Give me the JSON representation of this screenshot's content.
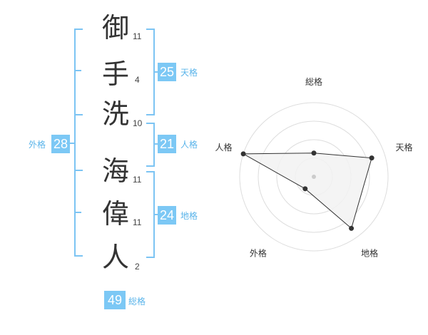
{
  "name": {
    "chars": [
      {
        "char": "御",
        "strokes": "11"
      },
      {
        "char": "手",
        "strokes": "4"
      },
      {
        "char": "洗",
        "strokes": "10"
      },
      {
        "char": "海",
        "strokes": "11"
      },
      {
        "char": "偉",
        "strokes": "11"
      },
      {
        "char": "人",
        "strokes": "2"
      }
    ]
  },
  "grids": {
    "tenkaku": {
      "value": "25",
      "label": "天格"
    },
    "jinkaku": {
      "value": "21",
      "label": "人格"
    },
    "chikaku": {
      "value": "24",
      "label": "地格"
    },
    "gaikaku": {
      "value": "28",
      "label": "外格"
    },
    "soukaku": {
      "value": "49",
      "label": "総格"
    }
  },
  "colors": {
    "accent": "#7cc8f5",
    "label": "#5ab4ea",
    "radar_fill": "#f2f2f2",
    "radar_line": "#333333"
  },
  "radar": {
    "axes": [
      "総格",
      "天格",
      "地格",
      "外格",
      "人格"
    ],
    "rings": 4,
    "levels": [
      0.32,
      0.82,
      0.86,
      0.2,
      1.0
    ]
  }
}
